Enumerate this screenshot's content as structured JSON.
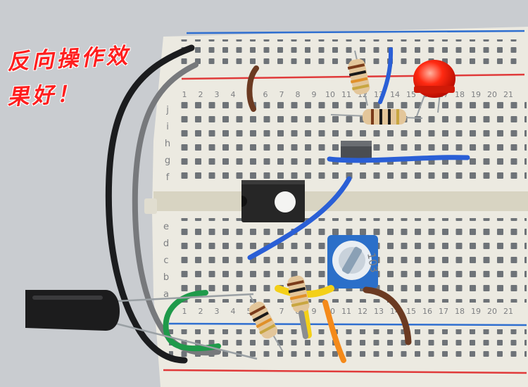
{
  "caption": {
    "line1": "反向操作效",
    "line2": "果好！"
  },
  "breadboard": {
    "column_numbers": [
      "1",
      "2",
      "3",
      "4",
      "5",
      "6",
      "7",
      "8",
      "9",
      "10",
      "11",
      "12",
      "13",
      "14",
      "15",
      "16",
      "17",
      "18",
      "19",
      "20",
      "21"
    ],
    "row_letters_top": [
      "j",
      "i",
      "h",
      "g",
      "f"
    ],
    "row_letters_bottom": [
      "e",
      "d",
      "c",
      "b",
      "a"
    ]
  },
  "potentiometer": {
    "marking": "103"
  },
  "colors": {
    "board": "#eceae1",
    "hole": "#6e7378",
    "rail_blue": "#2f6fd0",
    "rail_red": "#e03a3a",
    "led": "#ff2a12",
    "ic": "#262626",
    "pot_body": "#2b6fc9",
    "wire_black": "#1b1c1e",
    "wire_gray": "#77797c",
    "wire_blue": "#2a5fd6",
    "wire_green": "#1f9a4a",
    "wire_yellow": "#f4d018",
    "wire_orange": "#f48a1a",
    "wire_brown": "#6b3a22"
  }
}
